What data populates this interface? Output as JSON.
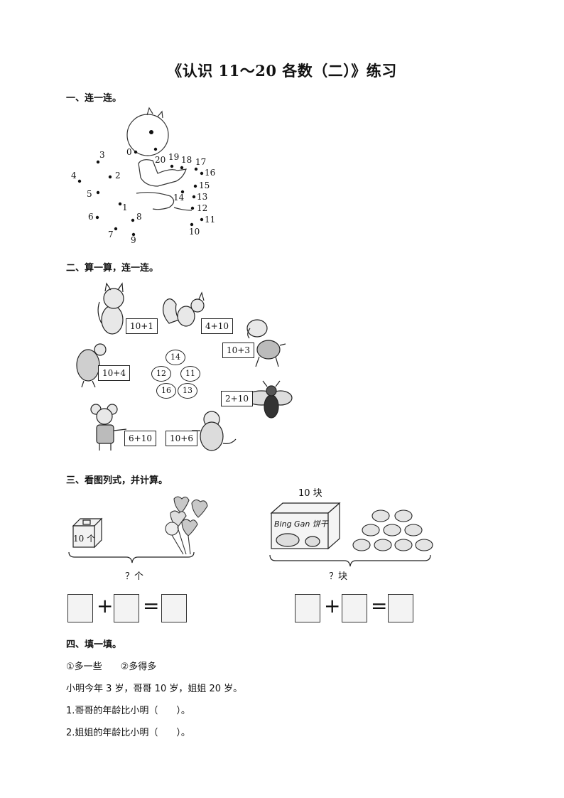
{
  "title": "《认识 11～20 各数（二）》练习",
  "section1": {
    "heading": "一、连一连。",
    "dots": [
      "0",
      "1",
      "2",
      "3",
      "4",
      "5",
      "6",
      "7",
      "8",
      "9",
      "10",
      "11",
      "12",
      "13",
      "14",
      "15",
      "16",
      "17",
      "18",
      "19",
      "20"
    ]
  },
  "section2": {
    "heading": "二、算一算，连一连。",
    "expressions": [
      "10+1",
      "4+10",
      "10+3",
      "10+4",
      "2+10",
      "6+10",
      "10+6"
    ],
    "answers": [
      "14",
      "12",
      "11",
      "16",
      "13"
    ]
  },
  "section3": {
    "heading": "三、看图列式，并计算。",
    "left": {
      "known": "10 个",
      "unknown": "？个"
    },
    "right": {
      "known": "10 块",
      "unknown": "？块",
      "box_label": "Bing Gan 饼干"
    }
  },
  "section4": {
    "heading": "四、填一填。",
    "options": "①多一些　　②多得多",
    "statement": "小明今年 3 岁，哥哥 10 岁，姐姐 20 岁。",
    "q1": "1.哥哥的年龄比小明（　　）。",
    "q2": "2.姐姐的年龄比小明（　　）。"
  }
}
